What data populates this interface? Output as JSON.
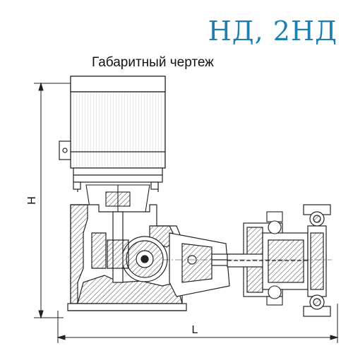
{
  "header": {
    "title": "НД, 2НД",
    "subtitle": "Габаритный чертеж"
  },
  "dimensions": {
    "height_label": "H",
    "length_label": "L"
  },
  "colors": {
    "title": "#1f7fb0",
    "line": "#222222",
    "hatch": "#444444"
  }
}
